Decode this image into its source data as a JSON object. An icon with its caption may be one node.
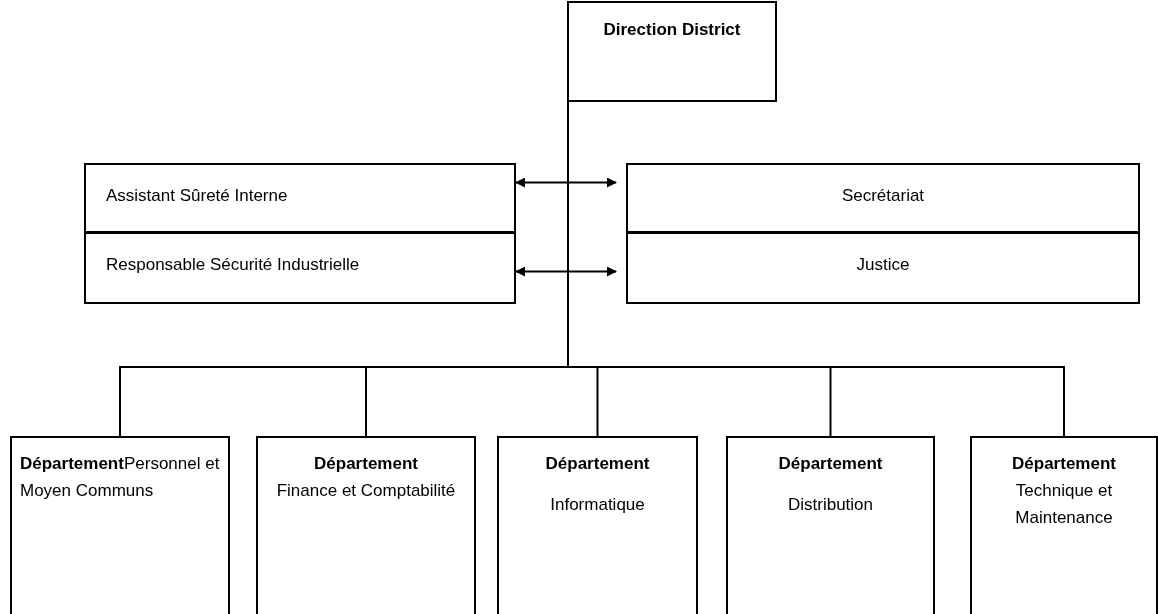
{
  "diagram": {
    "nodes": [
      {
        "text": [
          "Direction District"
        ]
      },
      {
        "text": [
          "Assistant Sûreté Interne"
        ]
      },
      {
        "text": [
          "Responsable Sécurité Industrielle"
        ]
      },
      {
        "text": [
          "Secrétariat"
        ]
      },
      {
        "text": [
          "Justice"
        ]
      },
      {
        "text": [
          "**Département**Personnel et Moyen Communs"
        ]
      },
      {
        "text": [
          "Département",
          "Finance et Comptabilité"
        ]
      },
      {
        "text": [
          "Département",
          "Informatique"
        ]
      },
      {
        "text": [
          "Département",
          "Distribution"
        ]
      },
      {
        "text": [
          "Département",
          "Technique et Maintenance"
        ]
      }
    ],
    "edges": [
      {
        "from": 1,
        "to": 3,
        "arrow": "both"
      },
      {
        "from": 2,
        "to": 4,
        "arrow": "both"
      },
      {
        "from": 0,
        "to": 5,
        "arrow": "none"
      },
      {
        "from": 0,
        "to": 6,
        "arrow": "none"
      },
      {
        "from": 0,
        "to": 7,
        "arrow": "none"
      },
      {
        "from": 0,
        "to": 8,
        "arrow": "none"
      },
      {
        "from": 0,
        "to": 9,
        "arrow": "none"
      }
    ]
  }
}
